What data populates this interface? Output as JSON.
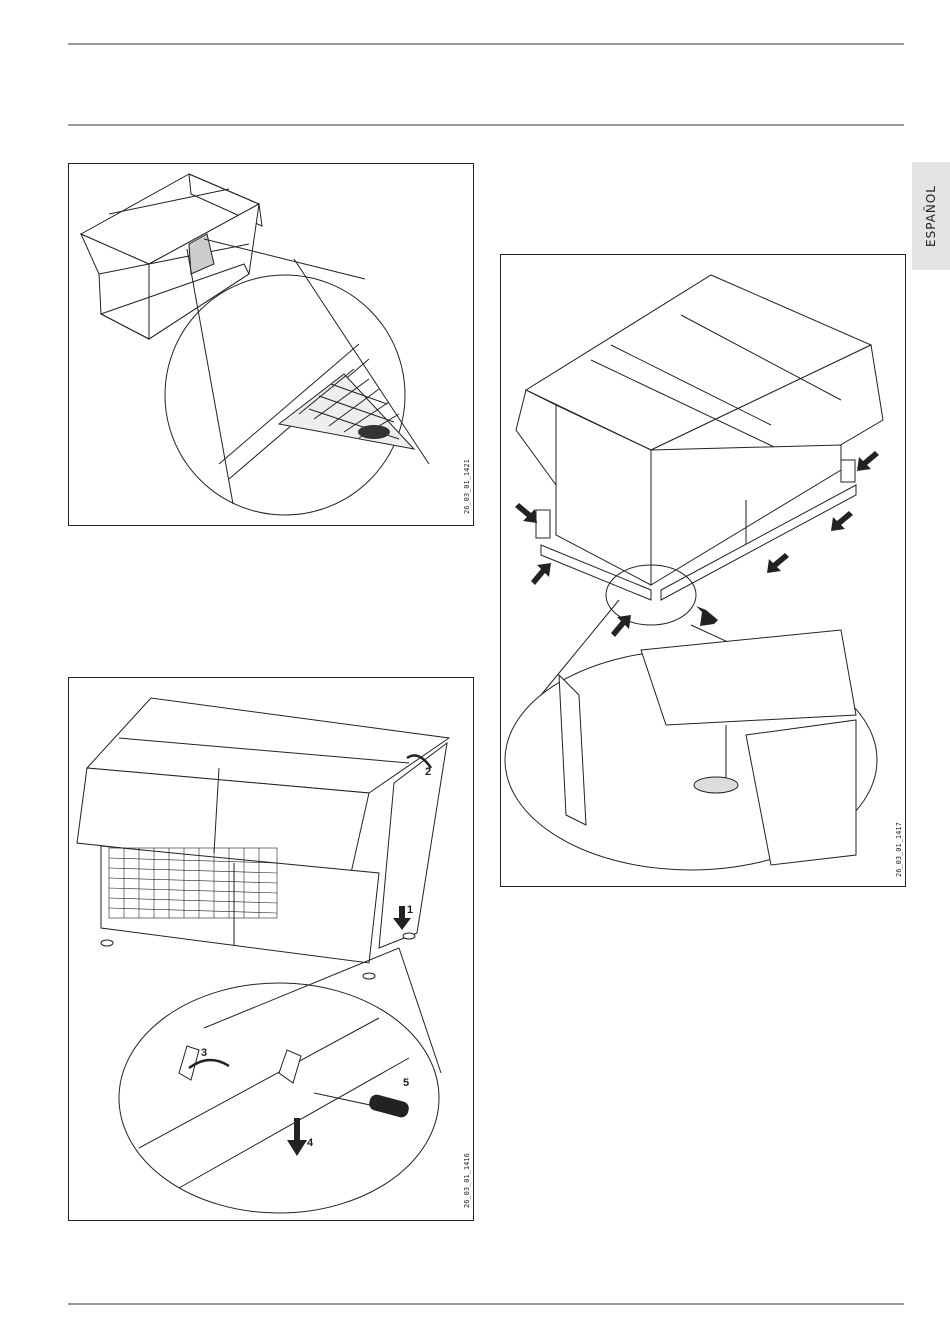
{
  "sidebar": {
    "language_tab": "ESPAÑOL"
  },
  "figures": [
    {
      "code": "26_03_01_1421"
    },
    {
      "code": "26_03_01_1416",
      "callouts": [
        "1",
        "2",
        "3",
        "4",
        "5"
      ]
    },
    {
      "code": "26_03_01_1417"
    }
  ]
}
